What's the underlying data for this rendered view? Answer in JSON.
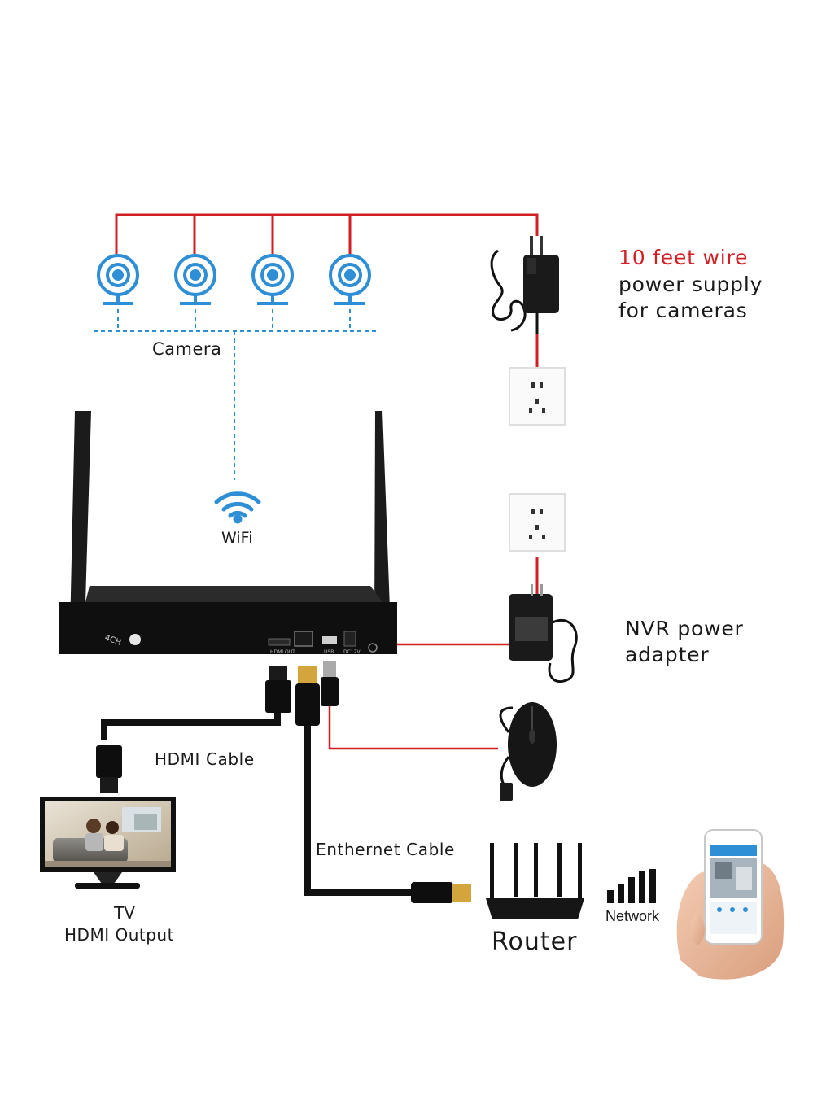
{
  "labels": {
    "camera": "Camera",
    "wifi": "WiFi",
    "camera_wire_line1": "10 feet wire",
    "camera_wire_line2": "power supply",
    "camera_wire_line3": "for cameras",
    "nvr_power_line1": "NVR power",
    "nvr_power_line2": "adapter",
    "hdmi_cable": "HDMI Cable",
    "ethernet_cable": "Enthernet Cable",
    "tv_line1": "TV",
    "tv_line2": "HDMI Output",
    "router": "Router",
    "network": "Network"
  },
  "nvr": {
    "channel_badge": "4CH",
    "port_hdmi": "HDMI OUT",
    "port_usb": "USB",
    "port_dc": "DC12V"
  },
  "colors": {
    "power_wire": "#d21f24",
    "camera_blue": "#2f8fd6",
    "device_black": "#111111",
    "text_red": "#d21f24"
  },
  "icons": {
    "camera": "camera-icon",
    "wifi": "wifi-icon",
    "outlet": "wall-outlet-icon",
    "adapter": "power-adapter-icon",
    "mouse": "mouse-icon",
    "router": "router-icon",
    "signal": "signal-bars-icon",
    "phone": "smartphone-icon",
    "tv": "tv-icon"
  }
}
